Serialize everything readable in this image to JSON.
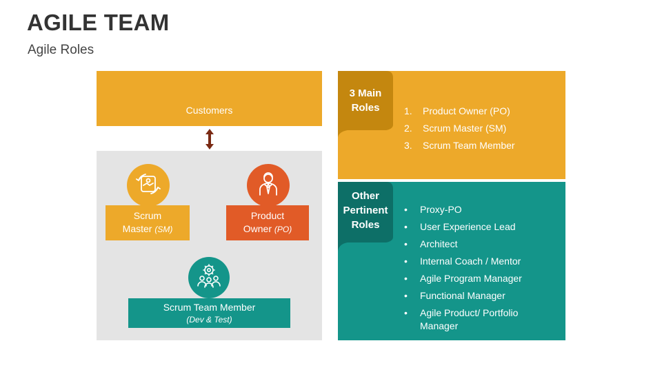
{
  "header": {
    "title": "AGILE TEAM",
    "subtitle": "Agile Roles"
  },
  "customers": {
    "label": "Customers",
    "icon": "people-group-icon"
  },
  "roles_diagram": {
    "scrum_master": {
      "line1": "Scrum",
      "line2": "Master",
      "abbr": "(SM)",
      "icon": "handshake-icon",
      "color": "#EDA92A"
    },
    "product_owner": {
      "line1": "Product",
      "line2": "Owner",
      "abbr": "(PO)",
      "icon": "businessman-icon",
      "color": "#E15B27"
    },
    "team_member": {
      "line1": "Scrum Team Member",
      "line2": "(Dev & Test)",
      "icon": "team-gear-icon",
      "color": "#14958A"
    }
  },
  "main_roles": {
    "heading_line1": "3 Main",
    "heading_line2": "Roles",
    "items": [
      {
        "marker": "1.",
        "text": "Product Owner (PO)"
      },
      {
        "marker": "2.",
        "text": "Scrum Master (SM)"
      },
      {
        "marker": "3.",
        "text": "Scrum Team Member"
      }
    ]
  },
  "other_roles": {
    "heading_line1": "Other",
    "heading_line2": "Pertinent",
    "heading_line3": "Roles",
    "items": [
      {
        "marker": "•",
        "text": "Proxy-PO"
      },
      {
        "marker": "•",
        "text": "User Experience Lead"
      },
      {
        "marker": "•",
        "text": "Architect"
      },
      {
        "marker": "•",
        "text": "Internal Coach / Mentor"
      },
      {
        "marker": "•",
        "text": "Agile Program Manager"
      },
      {
        "marker": "•",
        "text": "Functional Manager"
      },
      {
        "marker": "•",
        "text": "Agile Product/ Portfolio Manager"
      }
    ]
  },
  "colors": {
    "orange": "#EDA92A",
    "dark_orange": "#C4870F",
    "red": "#E15B27",
    "teal": "#14958A",
    "dark_teal": "#0D6F67",
    "grey": "#E4E4E4",
    "arrow": "#7A2A14"
  }
}
